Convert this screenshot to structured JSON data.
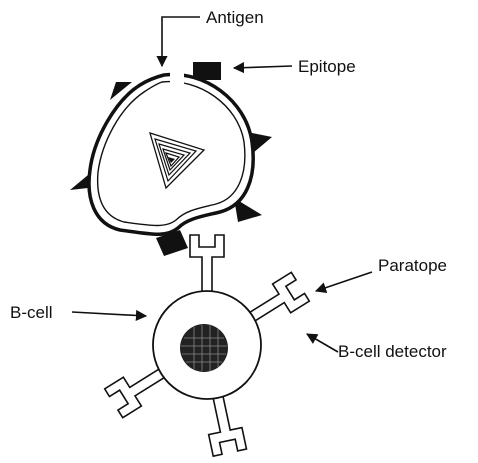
{
  "labels": {
    "antigen": "Antigen",
    "epitope": "Epitope",
    "paratope": "Paratope",
    "b_cell": "B-cell",
    "b_cell_detector": "B-cell detector"
  },
  "colors": {
    "ink": "#111111",
    "background": "#ffffff"
  }
}
